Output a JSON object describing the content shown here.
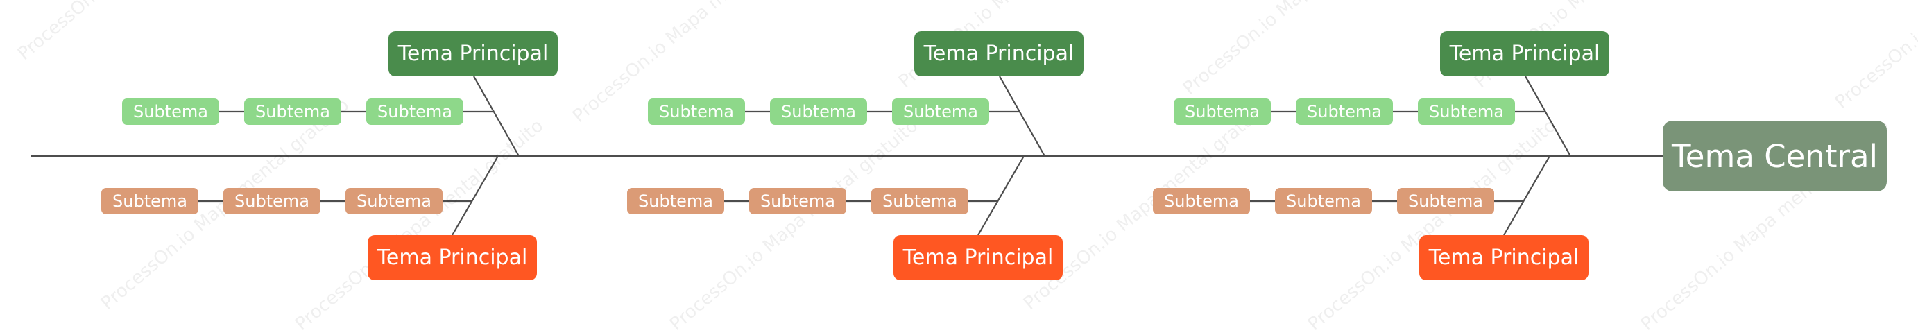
{
  "diagram": {
    "type": "fishbone",
    "central": {
      "label": "Tema Central",
      "color": "#7A9478"
    },
    "colors": {
      "line": "#4d4d4d",
      "main_top": "#4A8C4C",
      "main_bottom": "#FF5722",
      "sub_top": "#8ED88A",
      "sub_bottom": "#DB9B76"
    },
    "branches": [
      {
        "side": "top",
        "label": "Tema Principal",
        "subtopics": [
          "Subtema",
          "Subtema",
          "Subtema"
        ]
      },
      {
        "side": "bottom",
        "label": "Tema Principal",
        "subtopics": [
          "Subtema",
          "Subtema",
          "Subtema"
        ]
      },
      {
        "side": "top",
        "label": "Tema Principal",
        "subtopics": [
          "Subtema",
          "Subtema",
          "Subtema"
        ]
      },
      {
        "side": "bottom",
        "label": "Tema Principal",
        "subtopics": [
          "Subtema",
          "Subtema",
          "Subtema"
        ]
      },
      {
        "side": "top",
        "label": "Tema Principal",
        "subtopics": [
          "Subtema",
          "Subtema",
          "Subtema"
        ]
      },
      {
        "side": "bottom",
        "label": "Tema Principal",
        "subtopics": [
          "Subtema",
          "Subtema",
          "Subtema"
        ]
      }
    ]
  },
  "watermarks": [
    "ProcessOn.io Mapa mental gratuito"
  ]
}
